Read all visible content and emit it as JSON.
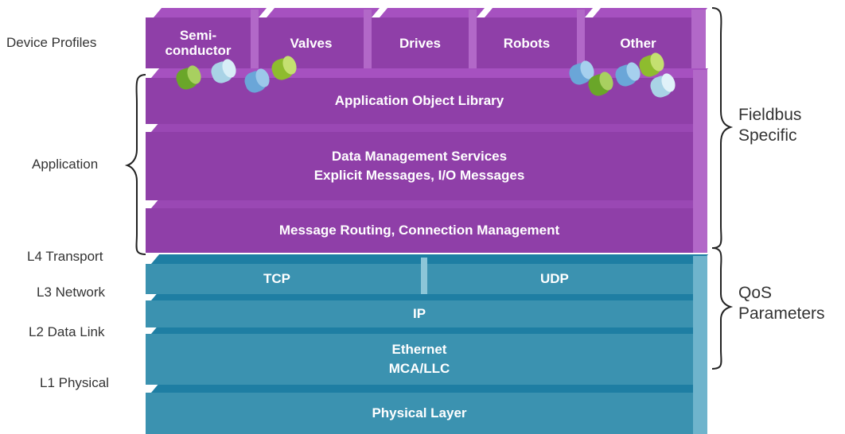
{
  "left_labels": {
    "device_profiles": "Device Profiles",
    "application": "Application",
    "l4": "L4 Transport",
    "l3": "L3 Network",
    "l2": "L2 Data Link",
    "l1": "L1 Physical"
  },
  "right_labels": {
    "fieldbus_line1": "Fieldbus",
    "fieldbus_line2": "Specific",
    "qos_line1": "QoS",
    "qos_line2": "Parameters"
  },
  "device_profiles": [
    {
      "line1": "Semi-",
      "line2": "conductor"
    },
    {
      "line1": "Valves",
      "line2": ""
    },
    {
      "line1": "Drives",
      "line2": ""
    },
    {
      "line1": "Robots",
      "line2": ""
    },
    {
      "line1": "Other",
      "line2": ""
    }
  ],
  "layers": {
    "app_object_library": "Application Object Library",
    "data_mgmt_line1": "Data Management Services",
    "data_mgmt_line2": "Explicit Messages, I/O Messages",
    "message_routing": "Message Routing, Connection Management",
    "tcp": "TCP",
    "udp": "UDP",
    "ip": "IP",
    "ethernet_line1": "Ethernet",
    "ethernet_line2": "MCA/LLC",
    "physical": "Physical Layer"
  },
  "colors": {
    "cip_purple": "#8f3fa8",
    "network_blue": "#3b92b0"
  }
}
